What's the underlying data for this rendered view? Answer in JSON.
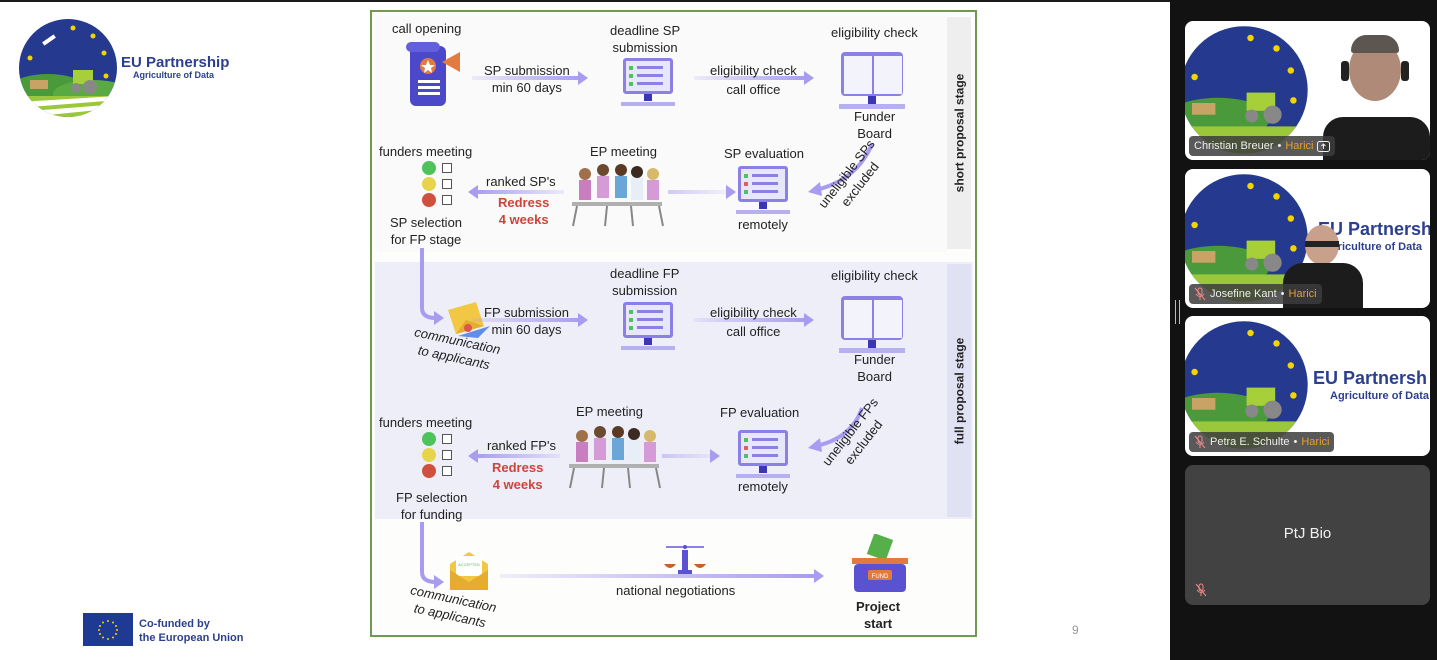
{
  "slide": {
    "logo": {
      "title": "EU Partnership",
      "subtitle": "Agriculture of Data"
    },
    "cofunded": {
      "line1": "Co-funded by",
      "line2": "the European Union"
    },
    "page_number": "9",
    "diagram": {
      "stages": {
        "short": "short proposal stage",
        "full": "full proposal stage"
      },
      "short": {
        "call_opening": "call opening",
        "sp_submission": [
          "SP submission",
          "min 60 days"
        ],
        "deadline": [
          "deadline SP",
          "submission"
        ],
        "elig_arrow": [
          "eligibility check",
          "call office"
        ],
        "elig_title": "eligibility check",
        "funder_board": [
          "Funder",
          "Board"
        ],
        "excluded": [
          "uneligible SPs",
          "excluded"
        ],
        "evaluation": "SP evaluation",
        "remotely": "remotely",
        "ep_meeting": "EP meeting",
        "ranked": "ranked SP's",
        "redress": [
          "Redress",
          "4 weeks"
        ],
        "funders_meeting": "funders meeting",
        "selection": [
          "SP selection",
          "for FP stage"
        ]
      },
      "full": {
        "communication": [
          "communication",
          "to applicants"
        ],
        "fp_submission": [
          "FP submission",
          "min 60 days"
        ],
        "deadline": [
          "deadline FP",
          "submission"
        ],
        "elig_arrow": [
          "eligibility check",
          "call office"
        ],
        "elig_title": "eligibility check",
        "funder_board": [
          "Funder",
          "Board"
        ],
        "excluded": [
          "uneligible FPs",
          "excluded"
        ],
        "evaluation": "FP evaluation",
        "remotely": "remotely",
        "ep_meeting": "EP meeting",
        "ranked": "ranked FP's",
        "redress": [
          "Redress",
          "4 weeks"
        ],
        "funders_meeting": "funders meeting",
        "selection": [
          "FP selection",
          "for funding"
        ]
      },
      "final": {
        "communication": [
          "communication",
          "to applicants"
        ],
        "accepted": "ACCEPTED",
        "negotiations": "national negotiations",
        "fund_label": "FUND",
        "project_start": [
          "Project",
          "start"
        ]
      }
    }
  },
  "participants": [
    {
      "name": "Christian Breuer",
      "org": "Harici",
      "icon": "screen-share-icon",
      "muted": false
    },
    {
      "name": "Josefine Kant",
      "org": "Harici",
      "icon": "mic-off-icon",
      "muted": true
    },
    {
      "name": "Petra E. Schulte",
      "org": "Harici",
      "icon": "mic-off-icon",
      "muted": true
    },
    {
      "name": "PtJ Bio",
      "org": "",
      "icon": "mic-off-icon",
      "muted": true
    }
  ],
  "tile_background": {
    "title_partial": "EU Partnersh",
    "subtitle_partial": "Agriculture of Data"
  },
  "colors": {
    "accent_arrow": "#a79cf0",
    "frame_green": "#6f9a4f",
    "redress_red": "#d0433a",
    "org_orange": "#e0a032",
    "logo_blue": "#2c3f8f"
  }
}
